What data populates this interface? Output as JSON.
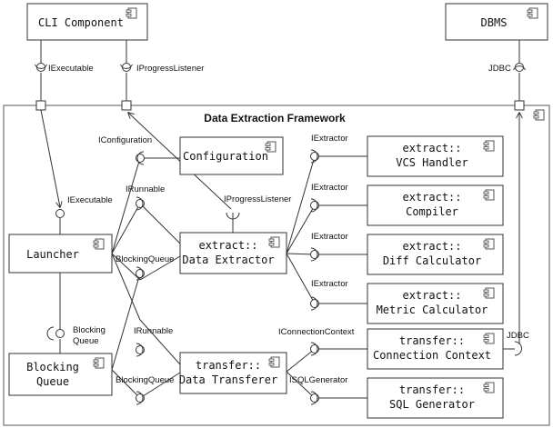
{
  "framework": {
    "title": "Data Extraction Framework"
  },
  "components": {
    "cli": {
      "label": "CLI Component"
    },
    "dbms": {
      "label": "DBMS"
    },
    "launcher": {
      "label": "Launcher"
    },
    "queue_line1": "Blocking",
    "queue_line2": "Queue",
    "configuration": {
      "label": "Configuration"
    },
    "data_extractor_line1": "extract::",
    "data_extractor_line2": "Data Extractor",
    "data_transferer_line1": "transfer::",
    "data_transferer_line2": "Data Transferer",
    "vcs_line1": "extract::",
    "vcs_line2": "VCS Handler",
    "compiler_line1": "extract::",
    "compiler_line2": "Compiler",
    "diff_line1": "extract::",
    "diff_line2": "Diff Calculator",
    "metric_line1": "extract::",
    "metric_line2": "Metric Calculator",
    "conn_line1": "transfer::",
    "conn_line2": "Connection Context",
    "sqlgen_line1": "transfer::",
    "sqlgen_line2": "SQL Generator"
  },
  "interfaces": {
    "cli_iexecutable": "IExecutable",
    "cli_iprogress": "IProgressListener",
    "dbms_jdbc": "JDBC",
    "launcher_iexecutable": "IExecutable",
    "iconfiguration": "IConfiguration",
    "irunnable_1": "IRunnable",
    "blockingqueue_1": "BlockingQueue",
    "iprogress_extractor": "IProgressListener",
    "queue_blocking_line1": "Blocking",
    "queue_blocking_line2": "Queue",
    "irunnable_2": "IRunnable",
    "blockingqueue_2": "BlockingQueue",
    "iextractor_1": "IExtractor",
    "iextractor_2": "IExtractor",
    "iextractor_3": "IExtractor",
    "iextractor_4": "IExtractor",
    "iconnectioncontext": "IConnectionContext",
    "isqlgenerator": "ISQLGenerator",
    "conn_jdbc": "JDBC"
  },
  "colors": {
    "line": "#333333",
    "background": "#ffffff"
  },
  "icons": {
    "component": "component-icon"
  }
}
